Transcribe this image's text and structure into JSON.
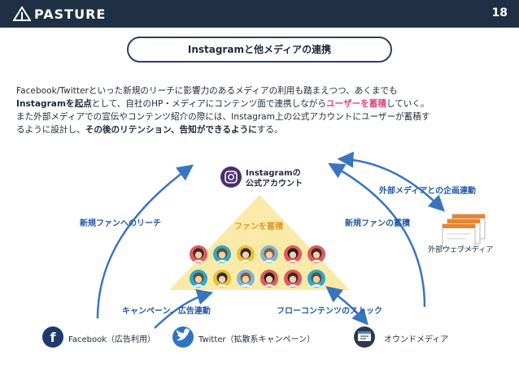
{
  "header": {
    "brand": "PASTURE",
    "page_number": "18"
  },
  "title": "Instagramと他メディアの連携",
  "description": {
    "l1": "Facebook/Twitterといった新規のリーチに影響力のあるメディアの利用も踏まえつつ、あくまでも",
    "l2_b": "Instagramを起点",
    "l2_a": "として、自社のHP・メディアにコンテンツ面で連携しながら",
    "l2_hl": "ユーザーを蓄積",
    "l2_c": "していく。",
    "l3": "また外部メディアでの宣伝やコンテンツ紹介の際には、Instagram上の公式アカウントにユーザーが蓄積す",
    "l4_a": "るように設計し、",
    "l4_b": "その後のリテンション、告知ができるように",
    "l4_c": "する。"
  },
  "diagram": {
    "center_l1": "Instagramの",
    "center_l2": "公式アカウント",
    "external_collab": "外部メディアとの企画連動",
    "reach": "新規ファンへのリーチ",
    "accumulate": "ファンを蓄積",
    "stock": "新規ファンの蓄積",
    "external_media": "外部ウェブメディア",
    "campaign": "キャンペーン、広告連動",
    "flow": "フローコンテンツのストック",
    "facebook": "Facebook（広告利用）",
    "twitter": "Twitter（拡散系キャンペーン）",
    "owned": "オウンドメディア"
  },
  "colors": {
    "header": "#1f3045",
    "accent_blue": "#245aa8",
    "highlight_pink": "#e0477a",
    "pyramid": "#fbeaa8"
  }
}
